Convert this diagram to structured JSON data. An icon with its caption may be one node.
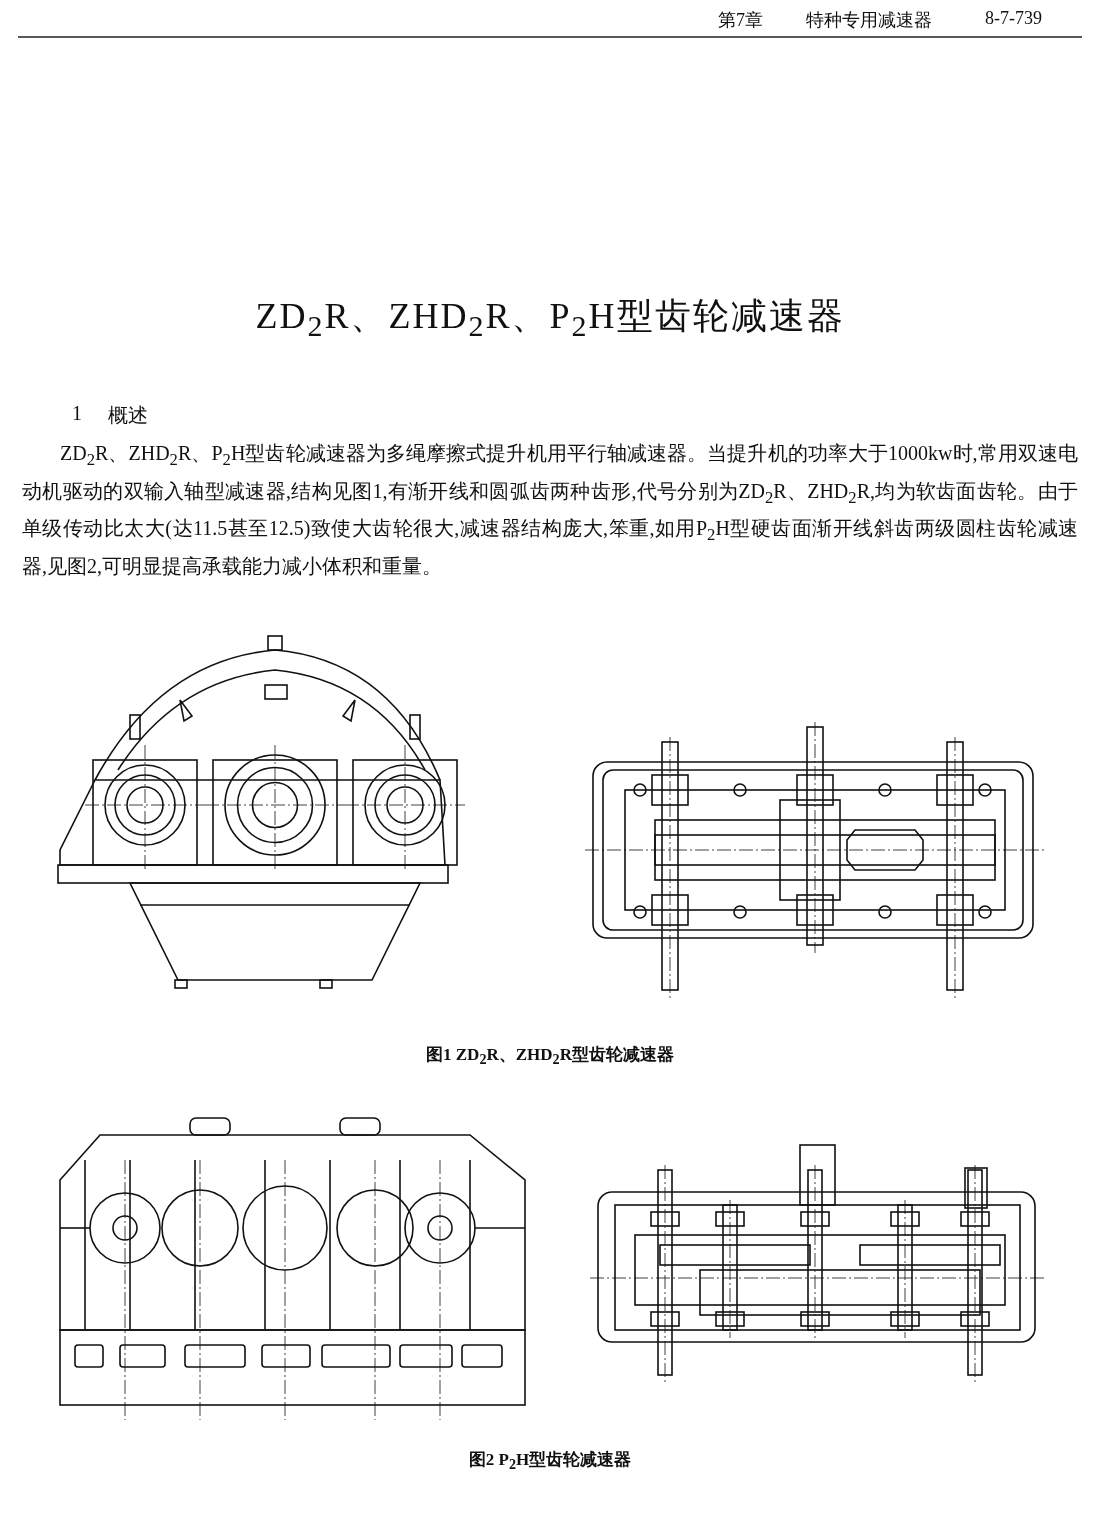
{
  "diagram": {
    "title": "ZD$_{2}$R、ZHD$_{2}$R、P$_{2}$H型齿轮减速器",
    "labels": [
      "第7章",
      "特种专用减速器",
      "8-7-739",
      "1",
      "概述",
      "ZD$_{2}$R、ZHD$_{2}$R、P$_{2}$H型齿轮减速器为多绳摩擦式提升机用平行轴减速器。当提升机的功率大于1000kw时,常用双速电动机驱动的双输入轴型减速器,结构见图1,有渐开线和圆弧齿两种齿形,代号分别为ZD$_{2}$R、ZHD$_{2}$R,均为软齿面齿轮。由于单级传动比太大(达11.5甚至12.5)致使大齿轮很大,减速器结构庞大,笨重,如用P$_{2}$H型硬齿面渐开线斜齿两级圆柱齿轮减速器,见图2,可明显提高承载能力减小体积和重量。",
      "图1 ZD$_{2}$R、ZHD$_{2}$R型齿轮减速器",
      "图2 P$_{2}$H型齿轮减速器"
    ]
  }
}
